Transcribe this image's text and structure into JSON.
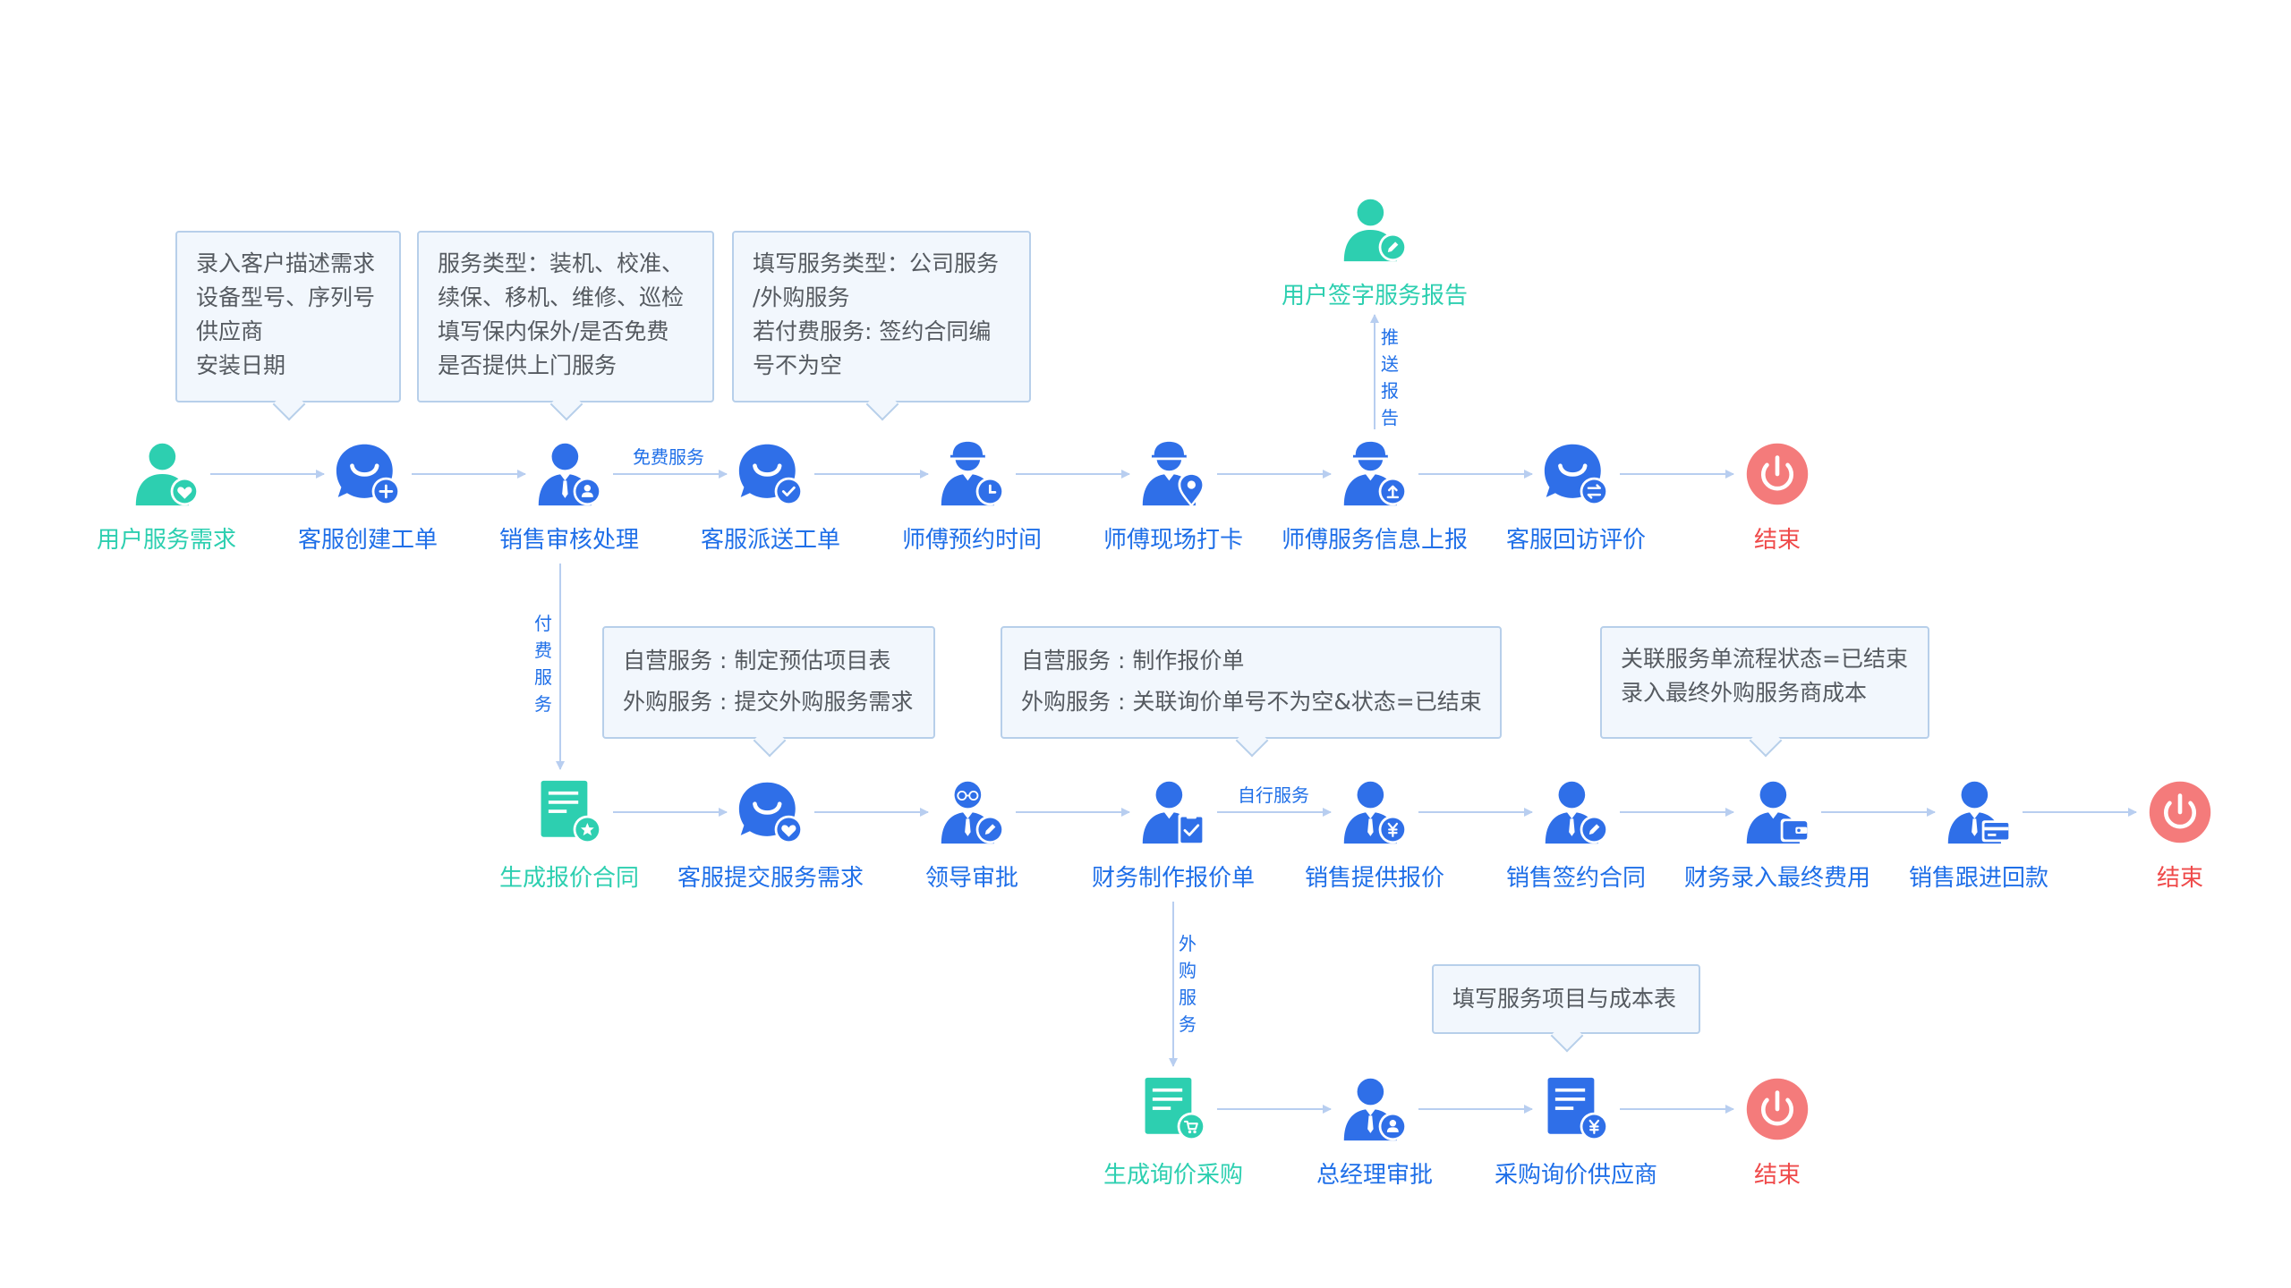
{
  "colors": {
    "blue": "#2f6fe8",
    "teal": "#2dcfb0",
    "red": "#f47b7b",
    "connector": "#b8cef0",
    "callout_bg": "#f2f7fd",
    "callout_border": "#b7cfea",
    "callout_text": "#555a60"
  },
  "nodes": {
    "user_request": {
      "label": "用户服务需求",
      "icon": "person-heart-icon"
    },
    "cs_create_ticket": {
      "label": "客服创建工单",
      "icon": "chat-plus-icon"
    },
    "sales_review": {
      "label": "销售审核处理",
      "icon": "staff-user-icon"
    },
    "cs_dispatch": {
      "label": "客服派送工单",
      "icon": "chat-check-icon"
    },
    "tech_schedule": {
      "label": "师傅预约时间",
      "icon": "worker-clock-icon"
    },
    "tech_checkin": {
      "label": "师傅现场打卡",
      "icon": "worker-location-icon"
    },
    "tech_report": {
      "label": "师傅服务信息上报",
      "icon": "worker-upload-icon"
    },
    "cs_followup": {
      "label": "客服回访评价",
      "icon": "chat-exchange-icon"
    },
    "end_1": {
      "label": "结束",
      "icon": "power-icon"
    },
    "user_sign": {
      "label": "用户签字服务报告",
      "icon": "person-edit-icon"
    },
    "quote_contract": {
      "label": "生成报价合同",
      "icon": "document-star-icon"
    },
    "cs_submit": {
      "label": "客服提交服务需求",
      "icon": "chat-heart-icon"
    },
    "leader_approve": {
      "label": "领导审批",
      "icon": "leader-edit-icon"
    },
    "finance_quote": {
      "label": "财务制作报价单",
      "icon": "staff-clipboard-icon"
    },
    "sales_quote": {
      "label": "销售提供报价",
      "icon": "staff-yuan-icon"
    },
    "sales_contract": {
      "label": "销售签约合同",
      "icon": "staff-edit-icon"
    },
    "finance_final": {
      "label": "财务录入最终费用",
      "icon": "staff-wallet-icon"
    },
    "sales_collect": {
      "label": "销售跟进回款",
      "icon": "staff-card-icon"
    },
    "end_2": {
      "label": "结束",
      "icon": "power-icon"
    },
    "inquiry_purchase": {
      "label": "生成询价采购",
      "icon": "document-cart-icon"
    },
    "gm_approve": {
      "label": "总经理审批",
      "icon": "manager-user-icon"
    },
    "purchase_supplier": {
      "label": "采购询价供应商",
      "icon": "document-yuan-icon"
    },
    "end_3": {
      "label": "结束",
      "icon": "power-icon"
    }
  },
  "callouts": {
    "c1": [
      "录入客户描述需求",
      "设备型号、序列号",
      "供应商",
      "安装日期"
    ],
    "c2": [
      "服务类型：装机、校准、",
      "续保、移机、维修、巡检",
      "填写保内保外/是否免费",
      "是否提供上门服务"
    ],
    "c3": [
      "填写服务类型：公司服务",
      "/外购服务",
      "若付费服务: 签约合同编",
      "号不为空"
    ],
    "c4": [
      "自营服务 : 制定预估项目表",
      "外购服务 : 提交外购服务需求"
    ],
    "c5": [
      "自营服务 : 制作报价单",
      "外购服务 : 关联询价单号不为空&状态=已结束"
    ],
    "c6": [
      "关联服务单流程状态=已结束",
      "录入最终外购服务商成本"
    ],
    "c7": [
      "填写服务项目与成本表"
    ]
  },
  "edge_labels": {
    "free_service": "免费服务",
    "paid_service": "付费服务",
    "push_report": "推送报告",
    "self_service": "自行服务",
    "outsourced_service": "外购服务"
  }
}
